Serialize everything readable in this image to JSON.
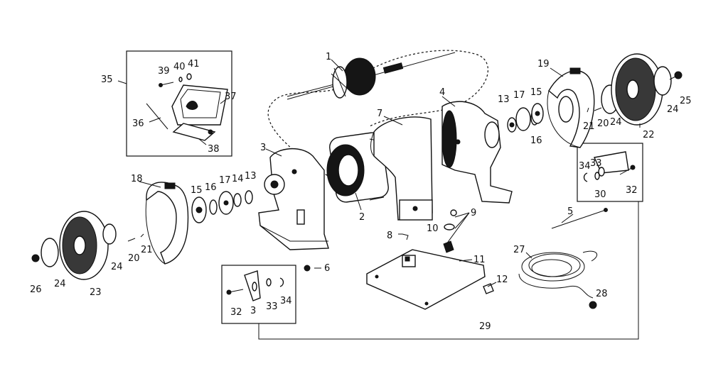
{
  "diagram": {
    "style": "exploded-parts-view",
    "ink_color": "#111111",
    "paper_color": "#ffffff",
    "callouts": [
      {
        "label": "1",
        "part": "rotor-armature"
      },
      {
        "label": "2",
        "part": "stator"
      },
      {
        "label": "3",
        "part": "left-end-bell"
      },
      {
        "label": "4",
        "part": "right-end-bell"
      },
      {
        "label": "5",
        "part": "through-bolt"
      },
      {
        "label": "6",
        "part": "small-screw"
      },
      {
        "label": "7",
        "part": "motor-housing"
      },
      {
        "label": "8",
        "part": "clip"
      },
      {
        "label": "9",
        "part": "switch-hardware"
      },
      {
        "label": "10",
        "part": "switch-nut"
      },
      {
        "label": "11",
        "part": "base-plate"
      },
      {
        "label": "12",
        "part": "foot"
      },
      {
        "label": "13",
        "part": "left-bearing-washer"
      },
      {
        "label": "14",
        "part": "left-washer"
      },
      {
        "label": "15",
        "part": "left-flange"
      },
      {
        "label": "16",
        "part": "left-spacer"
      },
      {
        "label": "17",
        "part": "left-disc"
      },
      {
        "label": "18",
        "part": "left-wheel-guard"
      },
      {
        "label": "19",
        "part": "right-wheel-guard"
      },
      {
        "label": "20",
        "part": "left-guard-screw"
      },
      {
        "label": "21",
        "part": "left-guard-pin"
      },
      {
        "label": "22",
        "part": "right-grinding-wheel"
      },
      {
        "label": "23",
        "part": "left-grinding-wheel"
      },
      {
        "label": "24",
        "part": "left-outer-flange"
      },
      {
        "label": "25",
        "part": "right-nut"
      },
      {
        "label": "26",
        "part": "left-nut"
      },
      {
        "label": "27",
        "part": "power-cord"
      },
      {
        "label": "28",
        "part": "strain-relief"
      },
      {
        "label": "29",
        "part": "tool-rest-assembly"
      },
      {
        "label": "3",
        "part": "left-tool-rest"
      },
      {
        "label": "30",
        "part": "right-tool-rest"
      },
      {
        "label": "32",
        "part": "left-rest-bolt"
      },
      {
        "label": "33",
        "part": "left-rest-washer"
      },
      {
        "label": "34",
        "part": "left-rest-nut"
      },
      {
        "label": "35",
        "part": "eye-shield-assembly"
      },
      {
        "label": "36",
        "part": "shield-rod"
      },
      {
        "label": "37",
        "part": "eye-shield"
      },
      {
        "label": "38",
        "part": "shield-bracket"
      },
      {
        "label": "39",
        "part": "shield-screw"
      },
      {
        "label": "40",
        "part": "shield-washer"
      },
      {
        "label": "41",
        "part": "shield-nut"
      },
      {
        "label": "13",
        "part": "right-bearing-washer"
      },
      {
        "label": "15",
        "part": "right-flange"
      },
      {
        "label": "16",
        "part": "right-spacer"
      },
      {
        "label": "17",
        "part": "right-disc"
      },
      {
        "label": "20",
        "part": "right-guard-screw"
      },
      {
        "label": "21",
        "part": "right-guard-pin"
      },
      {
        "label": "24",
        "part": "right-inner-flange"
      },
      {
        "label": "24",
        "part": "right-outer-flange"
      },
      {
        "label": "24",
        "part": "left-inner-flange"
      },
      {
        "label": "32",
        "part": "right-rest-bolt"
      },
      {
        "label": "33",
        "part": "right-rest-washer"
      },
      {
        "label": "34",
        "part": "right-rest-nut"
      }
    ]
  }
}
